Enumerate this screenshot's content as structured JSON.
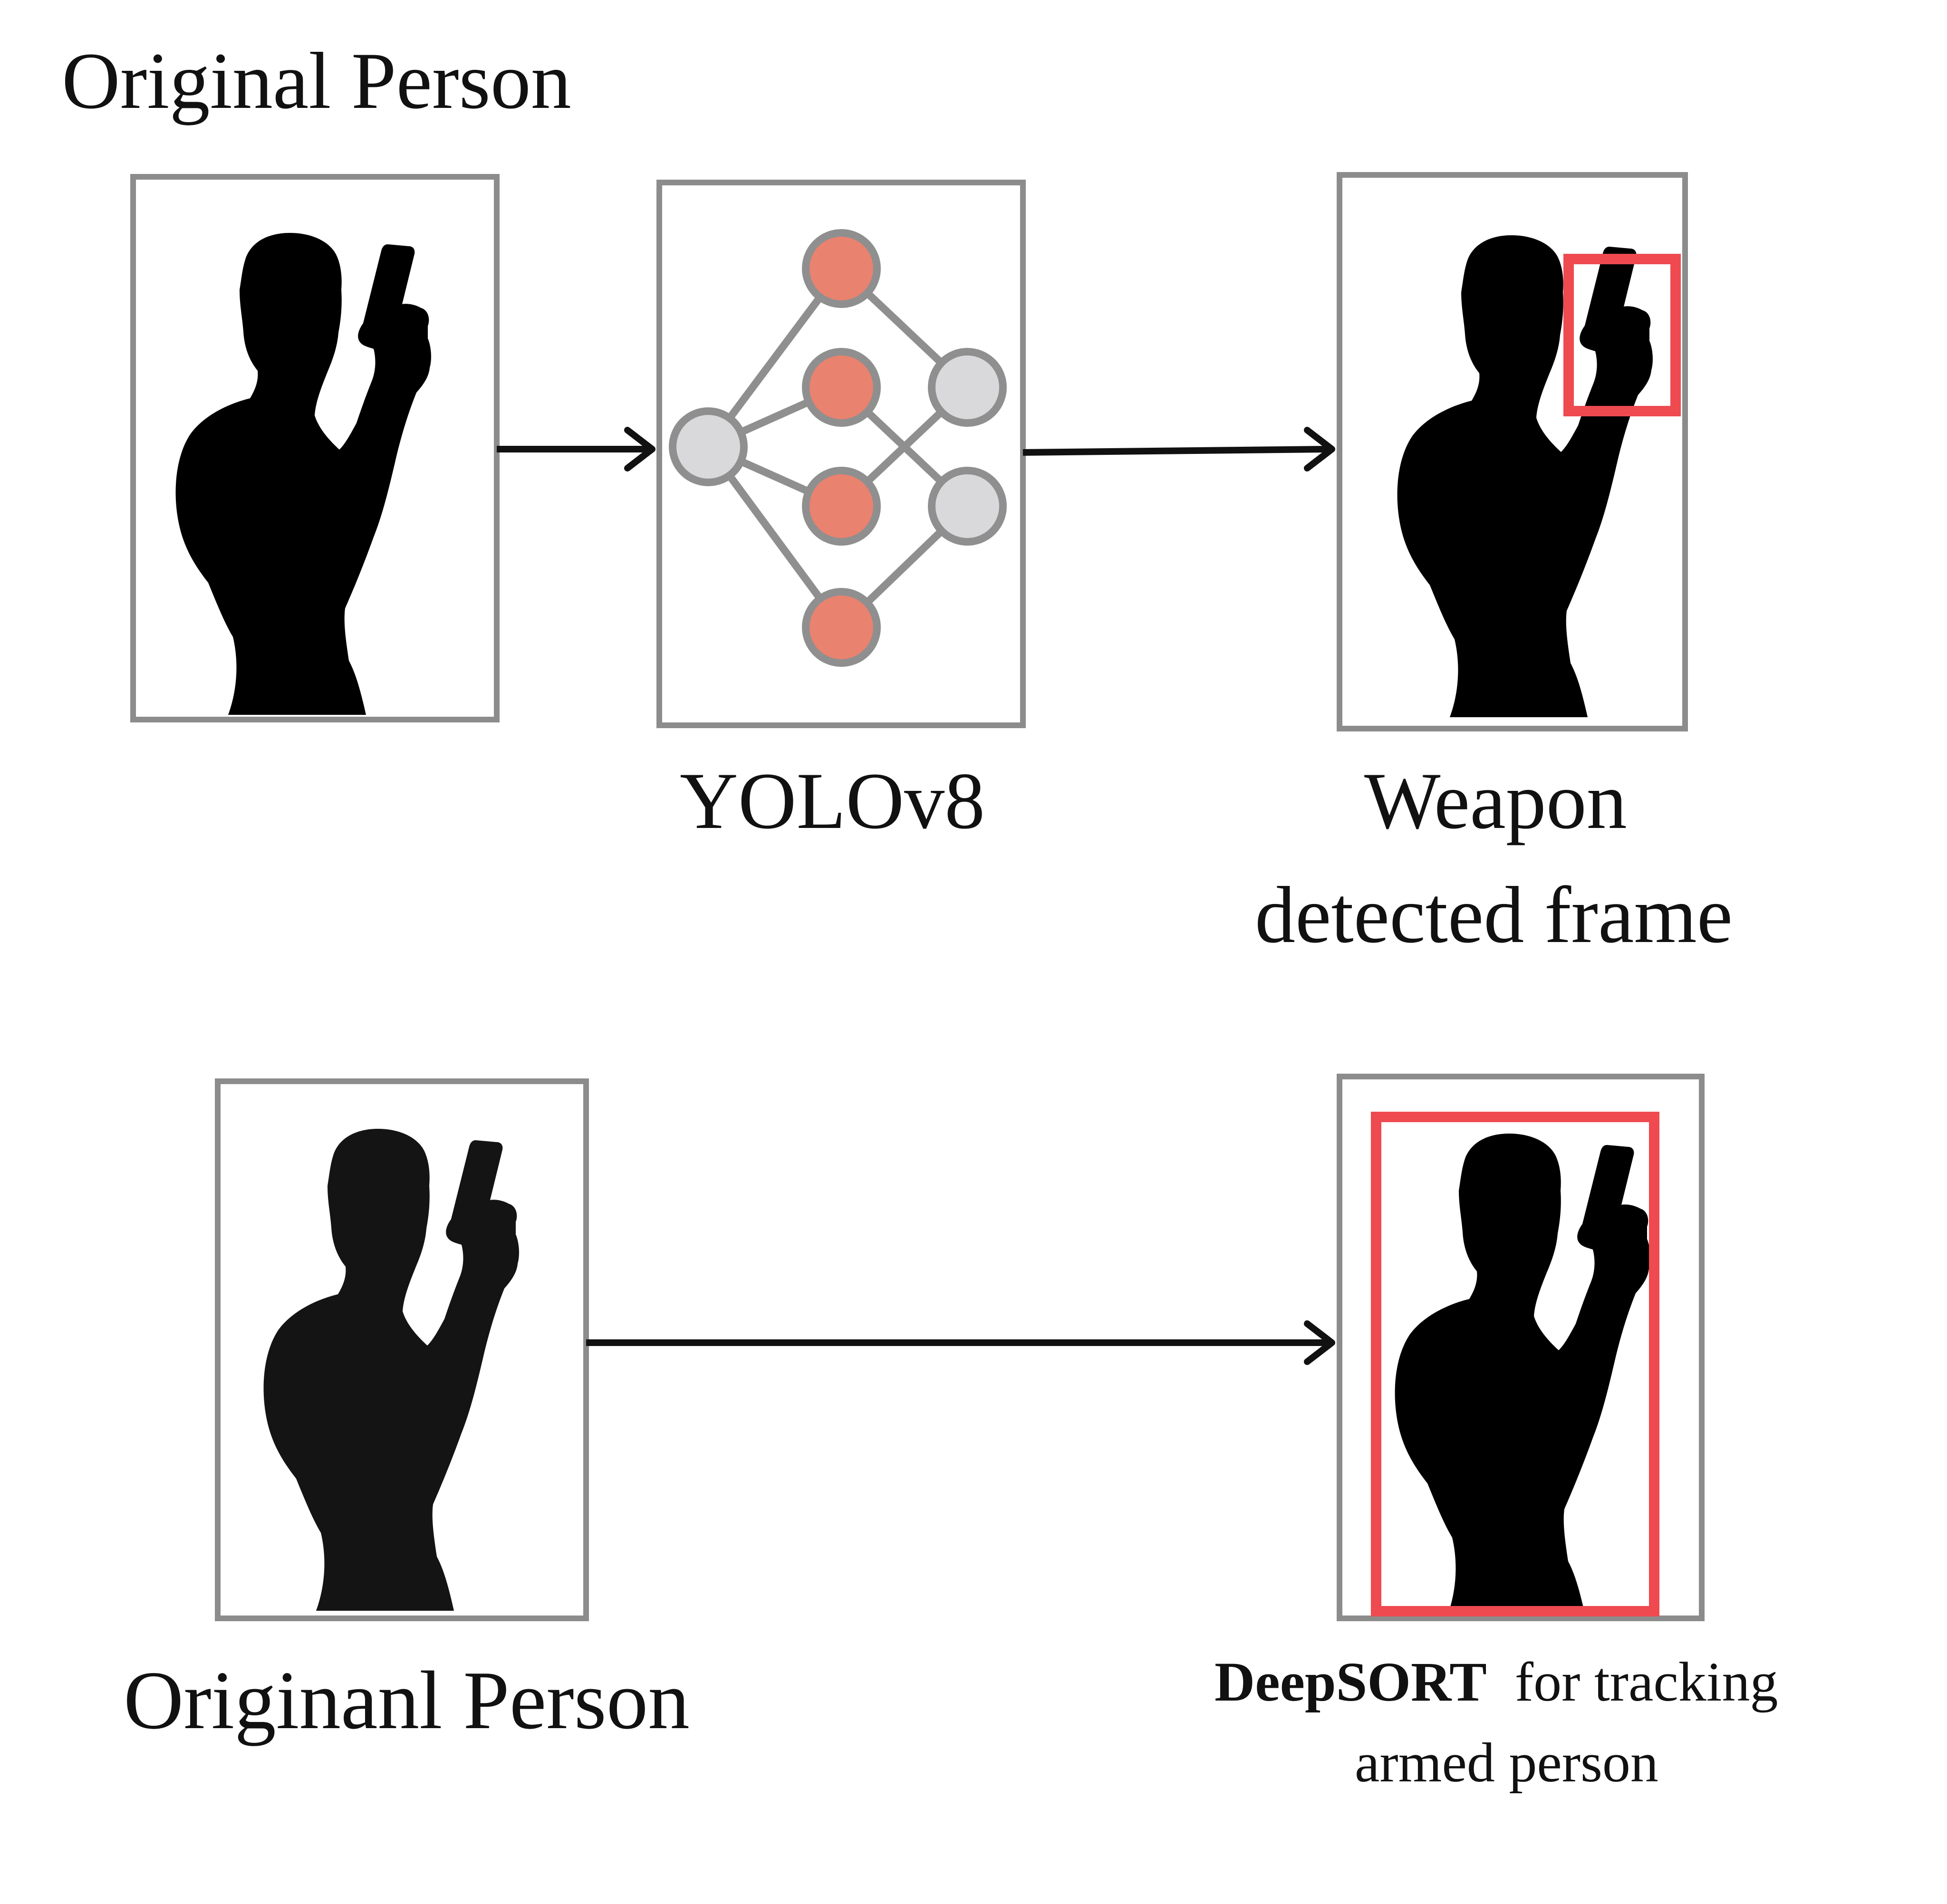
{
  "labels": {
    "top_title": "Original Person",
    "model": "YOLOv8",
    "weapon_line1": "Weapon",
    "weapon_line2": "detected frame",
    "bottom_title": "Originanl Person",
    "tracker_bold": "DeepSORT",
    "tracker_rest": "for tracking",
    "tracker_line2": "armed person"
  },
  "colors": {
    "frame_border": "#8c8c8c",
    "arrow": "#111111",
    "silhouette": "#000000",
    "detection_box": "#ee4a50",
    "node_orange": "#e9826f",
    "node_grey": "#d9d9dc",
    "node_ring": "#8f8f8f"
  },
  "icons": {
    "person": "armed-person-silhouette",
    "network": "neural-network-icon"
  }
}
